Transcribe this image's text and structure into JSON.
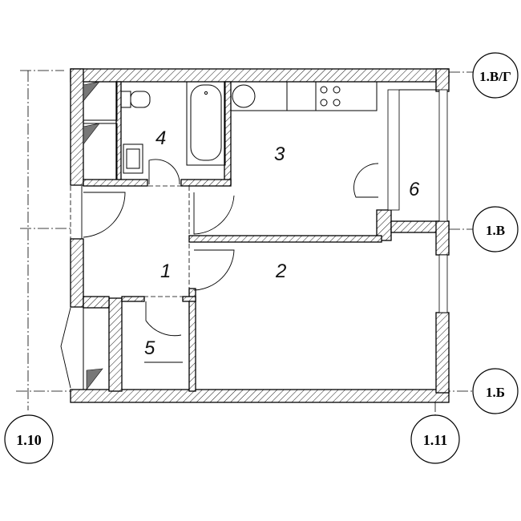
{
  "axes": {
    "top_right": "1.В/Г",
    "mid_right": "1.В",
    "bottom_right": "1.Б",
    "bottom_left": "1.10",
    "bottom_mid": "1.11"
  },
  "rooms": {
    "r1": "1",
    "r2": "2",
    "r3": "3",
    "r4": "4",
    "r5": "5",
    "r6": "6"
  }
}
